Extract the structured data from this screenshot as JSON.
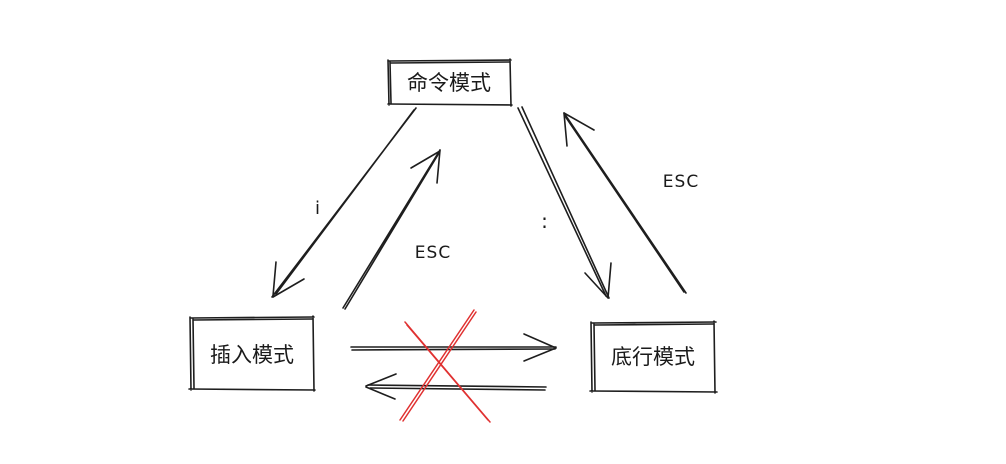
{
  "nodes": {
    "command_mode": {
      "label": "命令模式"
    },
    "insert_mode": {
      "label": "插入模式"
    },
    "lastline_mode": {
      "label": "底行模式"
    }
  },
  "edges": {
    "command_to_insert": {
      "label": "i"
    },
    "insert_to_command": {
      "label": "ESC"
    },
    "command_to_lastline": {
      "label": ":"
    },
    "lastline_to_command": {
      "label": "ESC"
    }
  },
  "colors": {
    "stroke": "#1e1e1e",
    "cross": "#e03131",
    "background": "#ffffff"
  }
}
